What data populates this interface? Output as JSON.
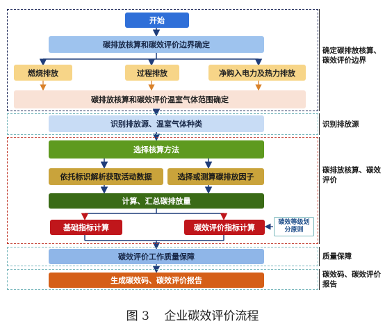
{
  "flow": {
    "start": "开始",
    "boundary_step": "碳排放核算和碳效评价边界确定",
    "emission_types": [
      "燃烧排放",
      "过程排放",
      "净购入电力及热力排放"
    ],
    "ghg_scope": "碳排放核算和碳效评价温室气体范围确定",
    "identify": "识别排放源、温室气体种类",
    "choose_method": "选择核算方法",
    "activity_data": "依托标识解析获取活动数据",
    "emission_factor": "选择或测算碳排放因子",
    "calc_total": "计算、汇总碳排放量",
    "basic_indicator": "基础指标计算",
    "efficiency_indicator": "碳效评价指标计算",
    "grading_principle": "碳效等级划分原则",
    "quality": "碳效评价工作质量保障",
    "report": "生成碳效码、碳效评价报告"
  },
  "phases": [
    "确定碳排放核算、碳效评价边界",
    "识别排放源",
    "碳排放核算、碳效评价",
    "质量保障",
    "碳效码、碳效评价报告"
  ],
  "caption": "图 3    企业碳效评价流程",
  "colors": {
    "start": "#2f6fd8",
    "boundary": "#9ec3ee",
    "emission": "#f7d588",
    "scope": "#f9e2d6",
    "identify": "#c8dcf5",
    "method": "#5e9a1f",
    "data": "#c9a33b",
    "calc": "#3a6b16",
    "indicator": "#c0161b",
    "quality": "#8fb6e8",
    "report": "#d55f18"
  }
}
